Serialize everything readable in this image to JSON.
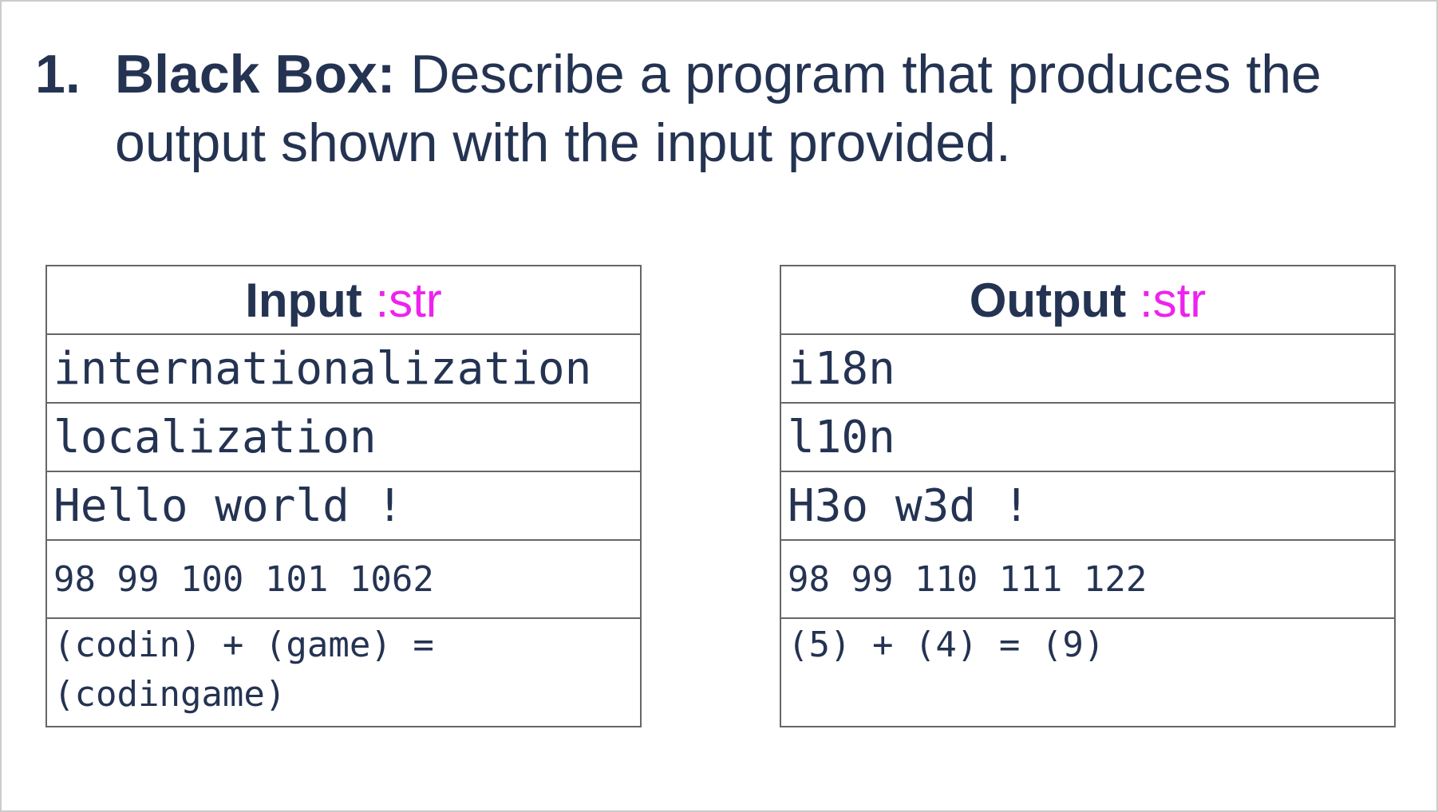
{
  "question": {
    "number": "1.",
    "label": "Black Box:",
    "text": "Describe a program that  produces the output shown with the input provided."
  },
  "input_table": {
    "header": "Input",
    "type_tag": ":str",
    "rows": [
      "internationalization",
      "localization",
      "Hello world !",
      "98 99 100 101 1062",
      "(codin) + (game) = (codingame)"
    ]
  },
  "output_table": {
    "header": "Output",
    "type_tag": ":str",
    "rows": [
      "i18n",
      "l10n",
      "H3o w3d !",
      "98 99 110 111 122",
      "(5) + (4) = (9)"
    ]
  },
  "colors": {
    "text": "#243352",
    "type_tag": "#ee22ee",
    "border": "#666666"
  }
}
